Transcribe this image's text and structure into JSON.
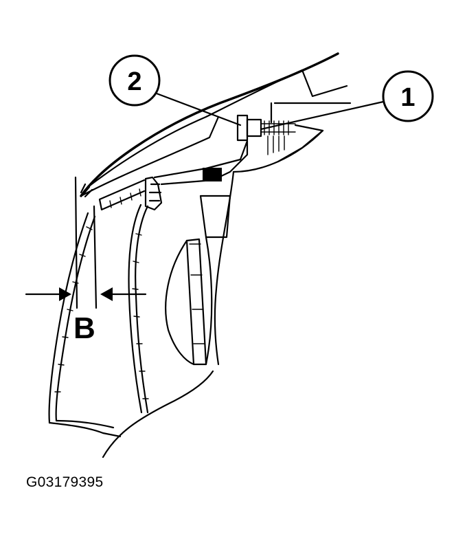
{
  "callouts": [
    {
      "number": "1",
      "label": "1"
    },
    {
      "number": "2",
      "label": "2"
    }
  ],
  "dimension_label": "B",
  "figure_id": "G03179395"
}
